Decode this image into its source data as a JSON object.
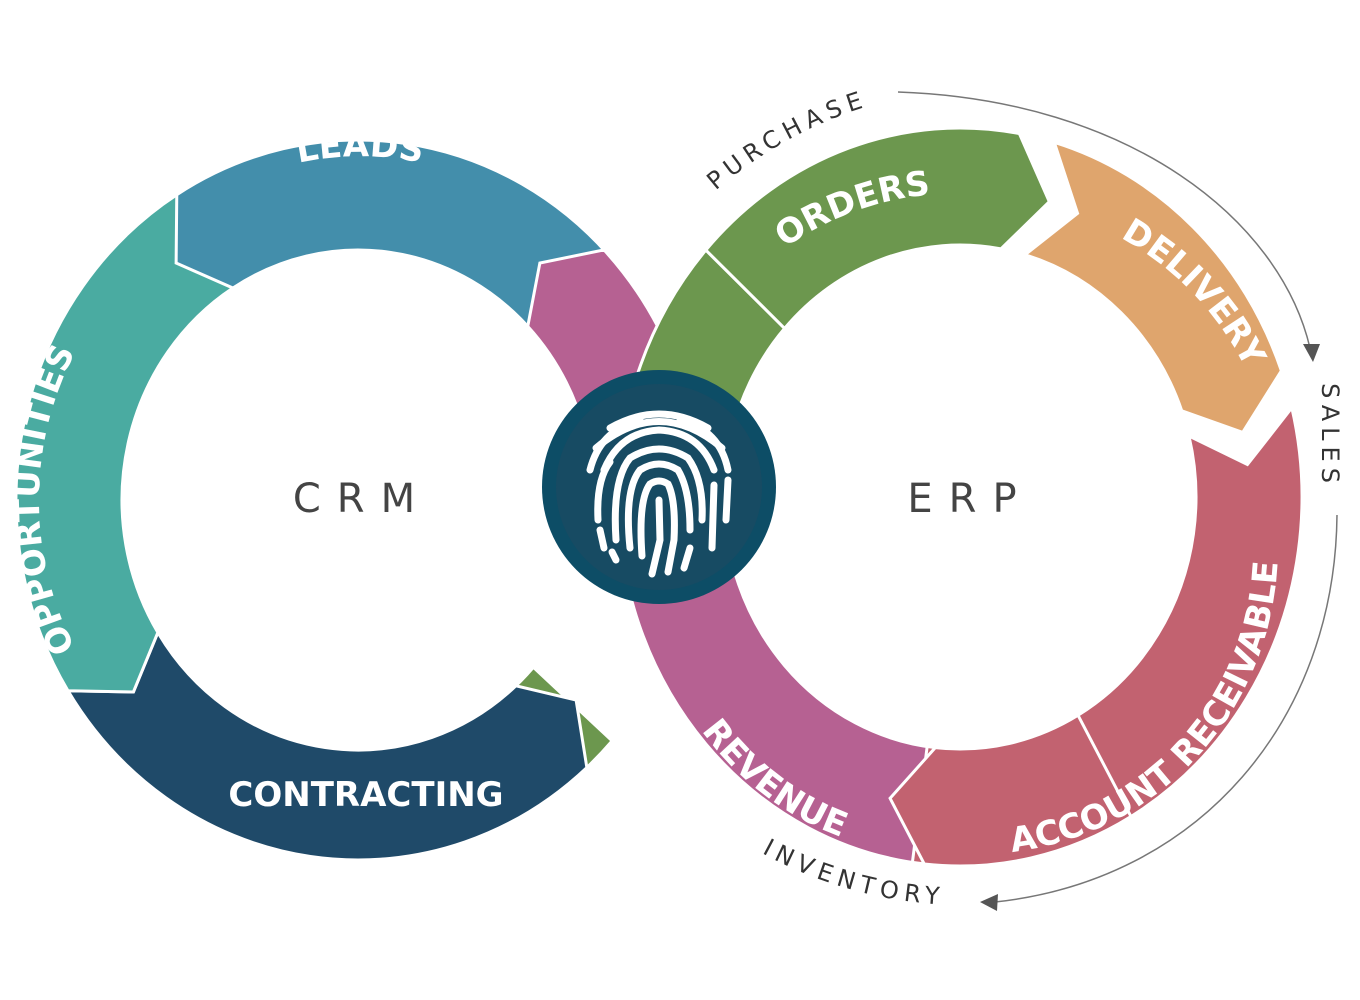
{
  "crm": {
    "title": "CRM",
    "segments": [
      {
        "label": "LEADS",
        "color": "#438eab"
      },
      {
        "label": "OPPORTUNITIES",
        "color": "#4aaba1"
      },
      {
        "label": "CONTRACTING",
        "color": "#1f4a69"
      }
    ]
  },
  "erp": {
    "title": "ERP",
    "segments": [
      {
        "label": "ORDERS",
        "color": "#6c974e"
      },
      {
        "label": "DELIVERY",
        "color": "#dfa56d"
      },
      {
        "label": "ACCOUNT RECEIVABLE",
        "color": "#c26270"
      },
      {
        "label": "REVENUE",
        "color": "#b66192"
      }
    ]
  },
  "connectors": {
    "pink_color": "#b66192",
    "green_color": "#6c974e"
  },
  "center_badge": {
    "icon": "fingerprint-icon",
    "outer_color": "#0d4d66",
    "inner_color": "#174b63"
  },
  "outer_flow": {
    "labels": [
      "PURCHASE",
      "SALES",
      "INVENTORY"
    ],
    "arrow_color": "#555555"
  }
}
